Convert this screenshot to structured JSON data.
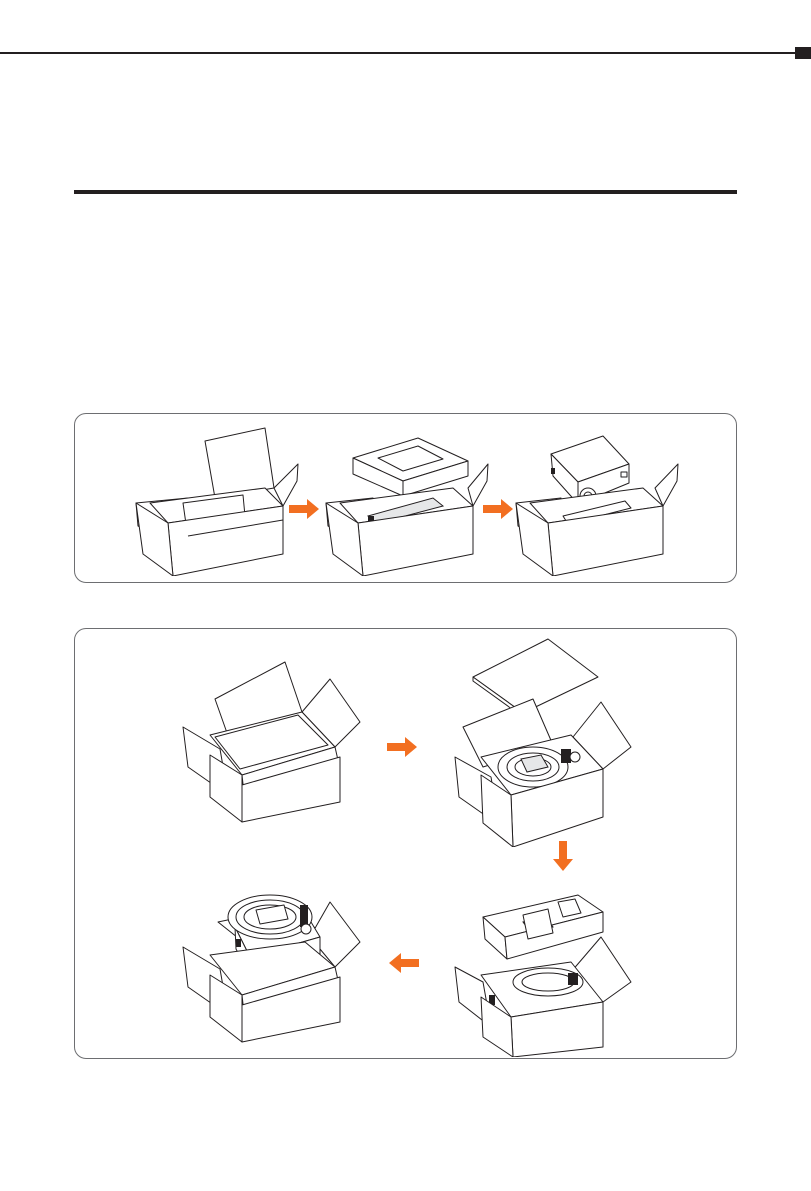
{
  "figures": {
    "panel_1": {
      "steps": [
        "box-open-with-foam",
        "foam-lid-lifted",
        "charger-lifted-out"
      ],
      "arrows": [
        "right",
        "right"
      ]
    },
    "panel_2": {
      "steps": [
        "box-open-with-cover",
        "cover-lifted-cable-visible",
        "foam-tray-lifted",
        "charger-with-cable-lifted-out"
      ],
      "arrows": [
        "right",
        "down",
        "left"
      ]
    }
  },
  "colors": {
    "arrow": "#f26f21",
    "line": "#231f20",
    "panel_border": "#6d6e71"
  }
}
